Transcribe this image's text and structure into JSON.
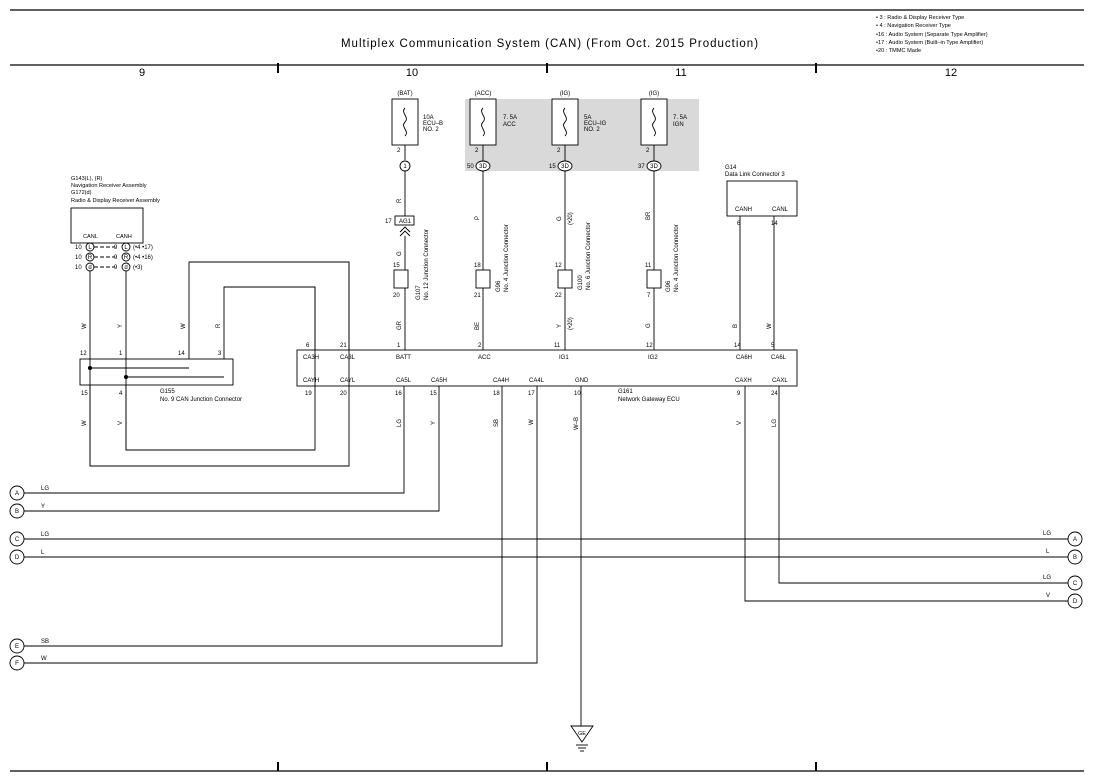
{
  "title": "Multiplex Communication System (CAN) (From Oct. 2015 Production)",
  "notes": [
    "• 3 : Radio & Display Receiver Type",
    "• 4 : Navigation Receiver Type",
    "•16 : Audio System (Separate Type Amplifier)",
    "•17 : Audio System (Built–in Type Amplifier)",
    "•20 : TMMC Made"
  ],
  "grid_columns": [
    "9",
    "10",
    "11",
    "12"
  ],
  "fuses": [
    {
      "supply": "(BAT)",
      "label": [
        "10A",
        "ECU–B",
        "NO. 2"
      ],
      "pin": "2",
      "conn_pin": "1",
      "conn_id": ""
    },
    {
      "supply": "(ACC)",
      "label": [
        "7. 5A",
        "ACC"
      ],
      "pin": "2",
      "conn_pin": "50",
      "conn_id": "3D"
    },
    {
      "supply": "(IG)",
      "label": [
        "5A",
        "ECU–IG",
        "NO. 2"
      ],
      "pin": "2",
      "conn_pin": "15",
      "conn_id": "3D"
    },
    {
      "supply": "(IG)",
      "label": [
        "7. 5A",
        "IGN"
      ],
      "pin": "2",
      "conn_pin": "37",
      "conn_id": "3D"
    }
  ],
  "receiver": {
    "name": [
      "G143(L), (R)",
      "Navigation Receiver Assembly",
      "G172(d)",
      "Radio & Display Receiver Assembly"
    ],
    "canl": "CANL",
    "canh": "CANH",
    "rows": [
      {
        "l_pin": "10",
        "l_tag": "L",
        "r_pin": "9",
        "r_tag": "L",
        "note": "(•4 •17)"
      },
      {
        "l_pin": "10",
        "l_tag": "R",
        "r_pin": "9",
        "r_tag": "R",
        "note": "(•4 •16)"
      },
      {
        "l_pin": "10",
        "l_tag": "d",
        "r_pin": "9",
        "r_tag": "d",
        "note": "(•3)"
      }
    ]
  },
  "dlc": {
    "id": "G14",
    "name": "Data Link Connector 3",
    "canh": "CANH",
    "canl": "CANL",
    "canh_pin": "6",
    "canl_pin": "14"
  },
  "j155": {
    "id": "G155",
    "name": "No. 9 CAN Junction Connector",
    "top_pins": [
      "12",
      "1",
      "14",
      "3"
    ],
    "bottom_pins": [
      "15",
      "4"
    ]
  },
  "gateway": {
    "id": "G161",
    "name": "Network Gateway ECU",
    "top_terms": [
      {
        "pin": "6",
        "label": "CA3H"
      },
      {
        "pin": "21",
        "label": "CA3L"
      },
      {
        "pin": "1",
        "label": "BATT"
      },
      {
        "pin": "2",
        "label": "ACC"
      },
      {
        "pin": "11",
        "label": "IG1"
      },
      {
        "pin": "12",
        "label": "IG2"
      },
      {
        "pin": "14",
        "label": "CA6H"
      },
      {
        "pin": "5",
        "label": "CA6L"
      }
    ],
    "bottom_terms": [
      {
        "pin": "19",
        "label": "CAYH"
      },
      {
        "pin": "20",
        "label": "CAYL"
      },
      {
        "pin": "16",
        "label": "CA5L"
      },
      {
        "pin": "15",
        "label": "CA5H"
      },
      {
        "pin": "18",
        "label": "CA4H"
      },
      {
        "pin": "17",
        "label": "CA4L"
      },
      {
        "pin": "10",
        "label": "GND"
      },
      {
        "pin": "9",
        "label": "CAXH"
      },
      {
        "pin": "24",
        "label": "CAXL"
      }
    ]
  },
  "junctions": [
    {
      "id": "G107",
      "name": "No. 12 Junction Connector",
      "top_pin": "15",
      "bottom_pin": "20"
    },
    {
      "id": "G96",
      "name": "No. 4 Junction Connector",
      "top_pin": "18",
      "bottom_pin": "21"
    },
    {
      "id": "G100",
      "name": "No. 6 Junction Connector",
      "top_pin": "12",
      "bottom_pin": "22"
    },
    {
      "id": "G96",
      "name": "No. 4 Junction Connector",
      "top_pin": "11",
      "bottom_pin": "7"
    }
  ],
  "ag1": {
    "pin": "17",
    "label": "AG1"
  },
  "wire_colors": {
    "upper": [
      "W",
      "Y",
      "W",
      "R",
      "R",
      "G",
      "GR",
      "P",
      "BE",
      "G",
      "(•20)",
      "Y",
      "(•20)",
      "BR",
      "G",
      "B",
      "W"
    ],
    "lower": [
      "W",
      "V",
      "LG",
      "Y",
      "SB",
      "W",
      "W–B",
      "V",
      "LG"
    ]
  },
  "connectors_left": [
    {
      "tag": "A",
      "color": "LG"
    },
    {
      "tag": "B",
      "color": "Y"
    },
    {
      "tag": "C",
      "color": "LG"
    },
    {
      "tag": "D",
      "color": "L"
    },
    {
      "tag": "E",
      "color": "SB"
    },
    {
      "tag": "F",
      "color": "W"
    }
  ],
  "connectors_right": [
    {
      "tag": "A",
      "color": "LG"
    },
    {
      "tag": "B",
      "color": "L"
    },
    {
      "tag": "C",
      "color": "LG"
    },
    {
      "tag": "D",
      "color": "V"
    }
  ],
  "ground": "GE"
}
